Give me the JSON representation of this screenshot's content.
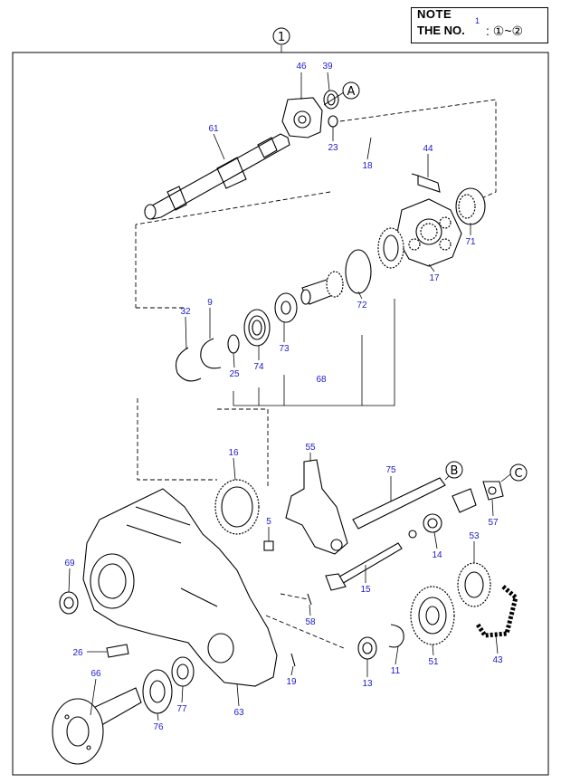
{
  "note": {
    "title": "NOTE",
    "label": "THE NO.",
    "superscript": "1",
    "range": ": ①~②"
  },
  "assembly_number": "1",
  "reference_letters": [
    "A",
    "B",
    "C"
  ],
  "callouts": [
    "46",
    "39",
    "61",
    "23",
    "18",
    "44",
    "71",
    "17",
    "72",
    "68",
    "73",
    "74",
    "25",
    "32",
    "9",
    "16",
    "55",
    "75",
    "5",
    "57",
    "14",
    "53",
    "69",
    "15",
    "58",
    "26",
    "13",
    "11",
    "51",
    "43",
    "66",
    "76",
    "77",
    "63",
    "19"
  ]
}
